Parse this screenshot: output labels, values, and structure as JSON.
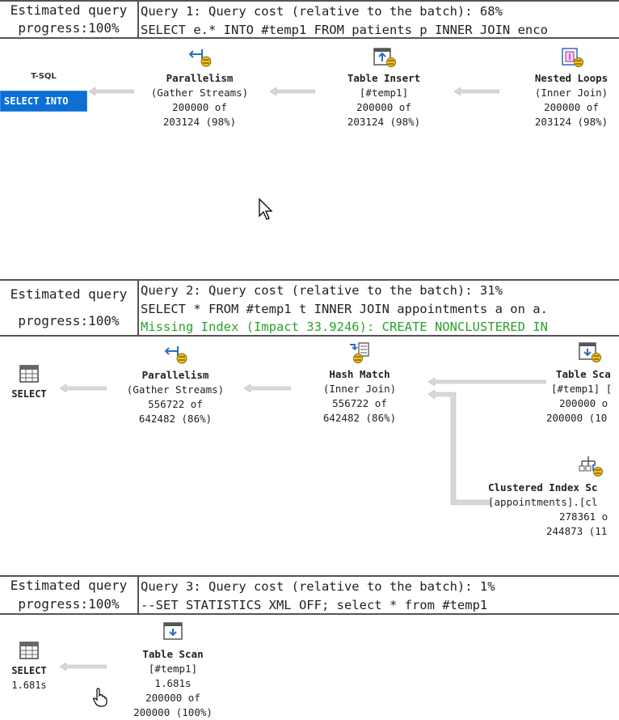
{
  "estimated_label": "Estimated query",
  "progress_label": "progress:100%",
  "query1": {
    "cost": "Query 1: Query cost (relative to the batch): 68%",
    "sql": "SELECT e.* INTO #temp1 FROM patients p INNER JOIN enco",
    "tsql": "T-SQL",
    "root": "SELECT INTO",
    "nodes": [
      {
        "title": "Parallelism",
        "sub": "(Gather Streams)",
        "rows": "200000 of",
        "est": "203124 (98%)"
      },
      {
        "title": "Table Insert",
        "sub": "[#temp1]",
        "rows": "200000 of",
        "est": "203124 (98%)"
      },
      {
        "title": "Nested Loops",
        "sub": "(Inner Join)",
        "rows": "200000 of",
        "est": "203124 (98%)"
      }
    ]
  },
  "query2": {
    "cost": "Query 2: Query cost (relative to the batch): 31%",
    "sql": "SELECT * FROM #temp1 t INNER JOIN appointments a on a.",
    "missing": "Missing Index (Impact 33.9246): CREATE NONCLUSTERED IN",
    "root": "SELECT",
    "nodes": [
      {
        "title": "Parallelism",
        "sub": "(Gather Streams)",
        "rows": "556722 of",
        "est": "642482 (86%)"
      },
      {
        "title": "Hash Match",
        "sub": "(Inner Join)",
        "rows": "556722 of",
        "est": "642482 (86%)"
      },
      {
        "title": "Table Sca",
        "sub": "[#temp1] [",
        "rows": "200000 o",
        "est": "200000 (10"
      },
      {
        "title": "Clustered Index Sc",
        "sub": "[appointments].[cl",
        "rows": "278361 o",
        "est": "244873 (11"
      }
    ]
  },
  "query3": {
    "cost": "Query 3: Query cost (relative to the batch): 1%",
    "sql": "--SET STATISTICS XML OFF; select * from #temp1",
    "root": "SELECT",
    "root_time": "1.681s",
    "nodes": [
      {
        "title": "Table Scan",
        "sub": "[#temp1]",
        "time": "1.681s",
        "rows": "200000 of",
        "est": "200000 (100%)"
      }
    ]
  }
}
